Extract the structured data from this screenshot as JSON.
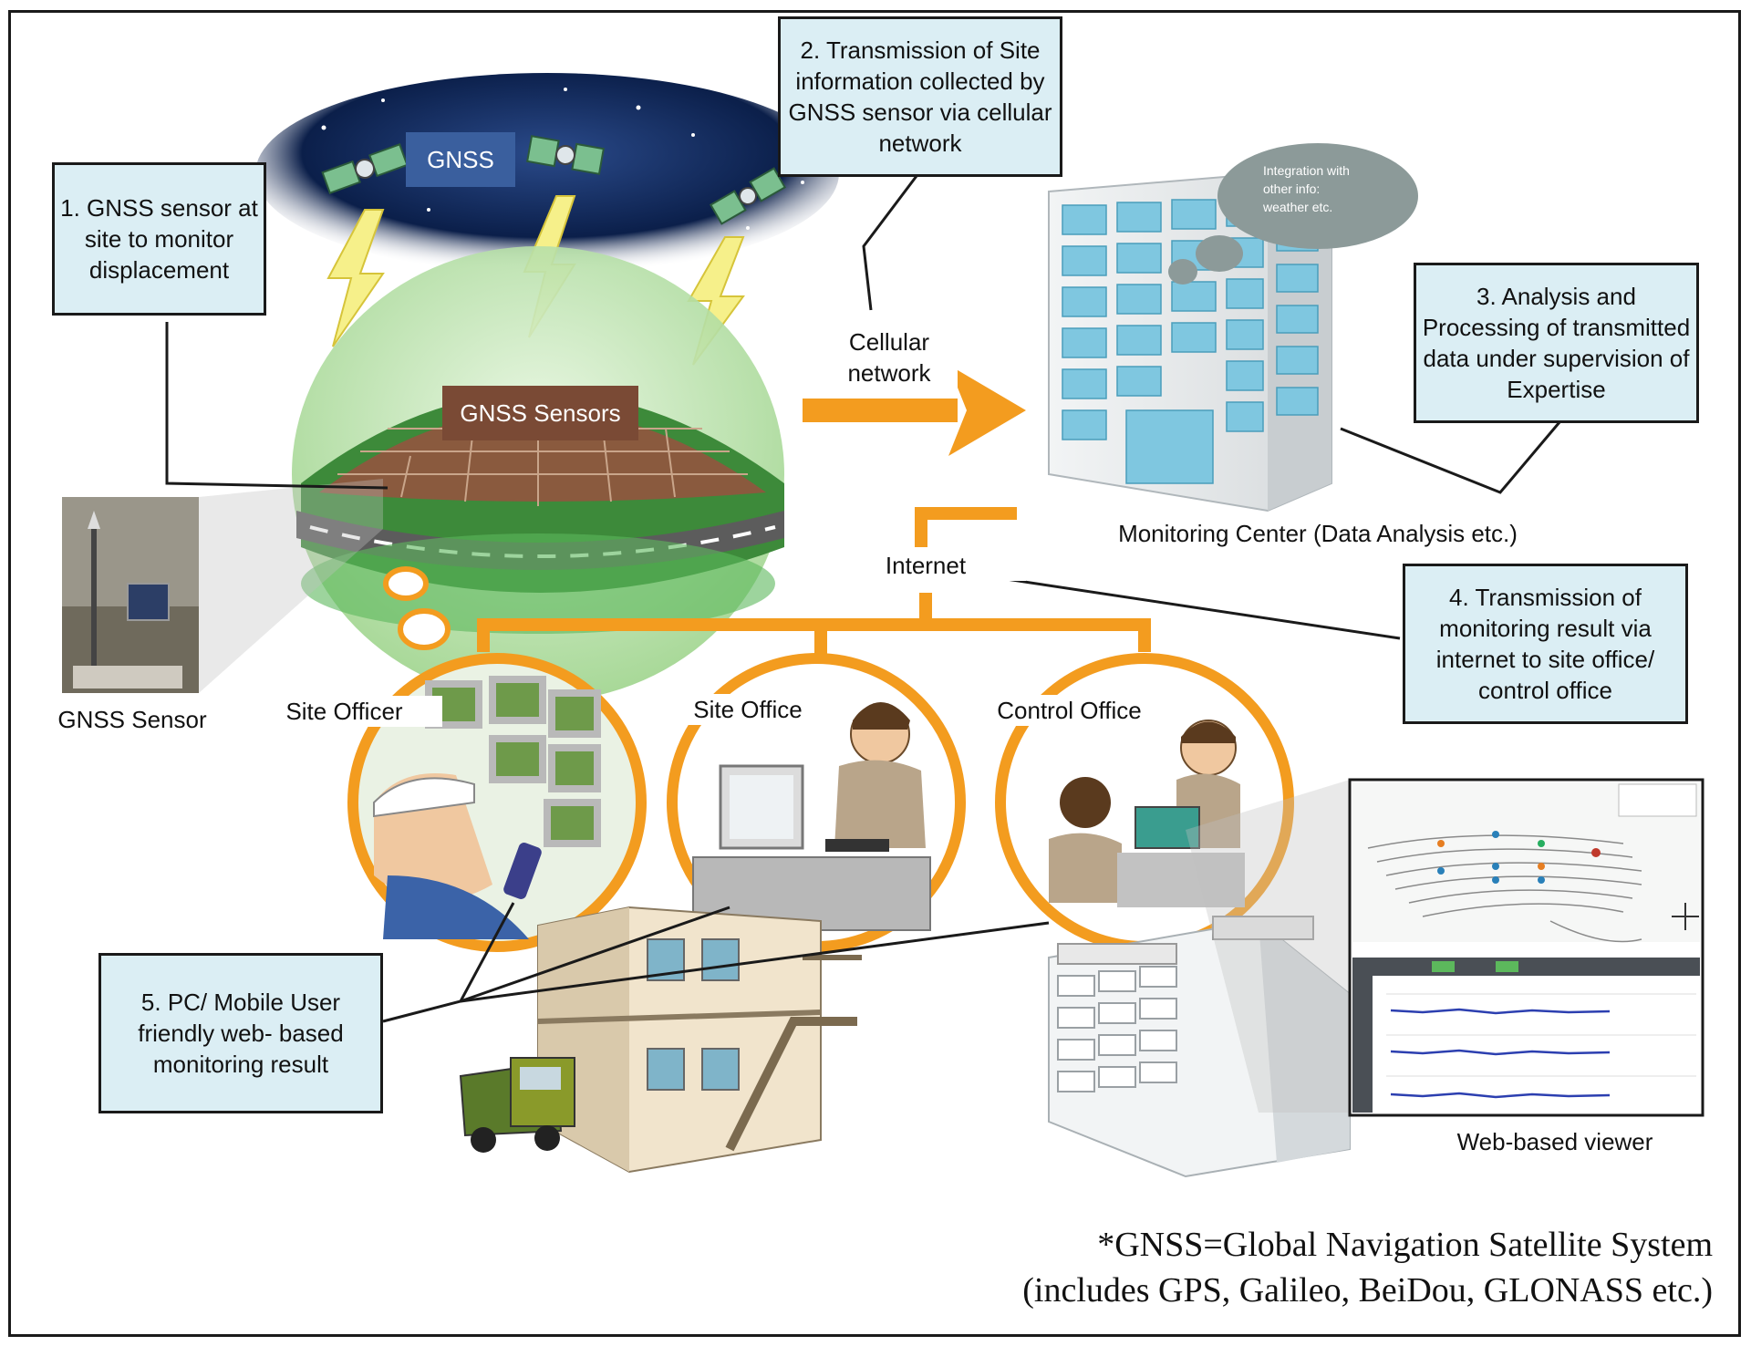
{
  "callouts": {
    "c1": "1. GNSS sensor at site to monitor displacement",
    "c2": "2. Transmission of Site information collected by GNSS sensor via cellular network",
    "c3": "3. Analysis and Processing of transmitted data under supervision of Expertise",
    "c4": "4. Transmission of monitoring result via internet to site office/ control office",
    "c5": "5. PC/ Mobile User friendly web- based monitoring result"
  },
  "labels": {
    "gnss_sky": "GNSS",
    "gnss_sensors": "GNSS Sensors",
    "gnss_sensor_photo": "GNSS Sensor",
    "cellular_line1": "Cellular",
    "cellular_line2": "network",
    "internet": "Internet",
    "monitoring_center": "Monitoring Center (Data Analysis etc.)",
    "integration_bubble": "Integration with other info: weather etc.",
    "site_officer": "Site Officer",
    "site_office": "Site Office",
    "control_office": "Control Office",
    "web_viewer": "Web-based viewer"
  },
  "footnote": {
    "line1": "*GNSS=Global Navigation Satellite System",
    "line2": "(includes GPS, Galileo, BeiDou, GLONASS etc.)"
  },
  "colors": {
    "callout_bg": "#dbeef4",
    "orange": "#f39c1f",
    "dark_label_bg": "#7a4a35",
    "gnss_label_bg": "#3a5f9e",
    "sky": "#0b1f4a",
    "building_glass": "#7fc7e0",
    "gray_bubble": "#8c9a99"
  }
}
